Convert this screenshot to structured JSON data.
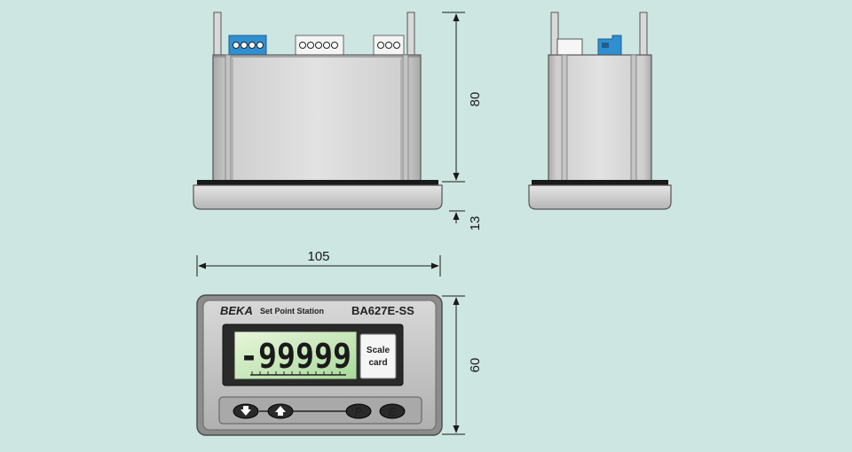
{
  "dimensions": {
    "height_body": "80",
    "height_bezel": "13",
    "width_front": "105",
    "height_front": "60"
  },
  "panel": {
    "brand": "BEKA",
    "product_name": "Set Point Station",
    "model": "BA627E-SS",
    "display_value": "-99999",
    "scale_card_line1": "Scale",
    "scale_card_line2": "card"
  },
  "buttons": [
    {
      "id": "down",
      "icon": "arrow-down-icon"
    },
    {
      "id": "up",
      "icon": "arrow-up-icon"
    },
    {
      "id": "p",
      "label": "P"
    },
    {
      "id": "e",
      "label": "E"
    }
  ],
  "colors": {
    "background": "#cde6e1",
    "terminal_blue": "#2f8fd0",
    "lcd_green": "#bfe6b0"
  }
}
